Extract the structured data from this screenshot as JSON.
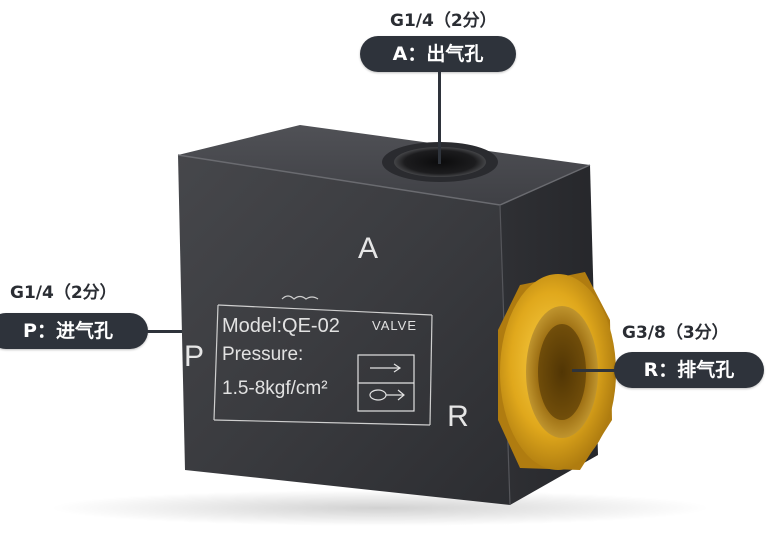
{
  "product": {
    "port_letters": {
      "a": "A",
      "p": "P",
      "r": "R"
    },
    "engraving": {
      "model": "Model:QE-02",
      "pressure_label": "Pressure:",
      "pressure_range": "1.5-8kgf/cm²",
      "valve_text": "VALVE"
    },
    "colors": {
      "body": "#3a3b3f",
      "fitting": "#d9a319",
      "label_pill": "#2e333b"
    }
  },
  "callouts": {
    "a": {
      "spec": "G1/4（2分）",
      "label": "A：出气孔"
    },
    "p": {
      "spec": "G1/4（2分）",
      "label": "P：进气孔"
    },
    "r": {
      "spec": "G3/8（3分）",
      "label": "R：排气孔"
    }
  }
}
